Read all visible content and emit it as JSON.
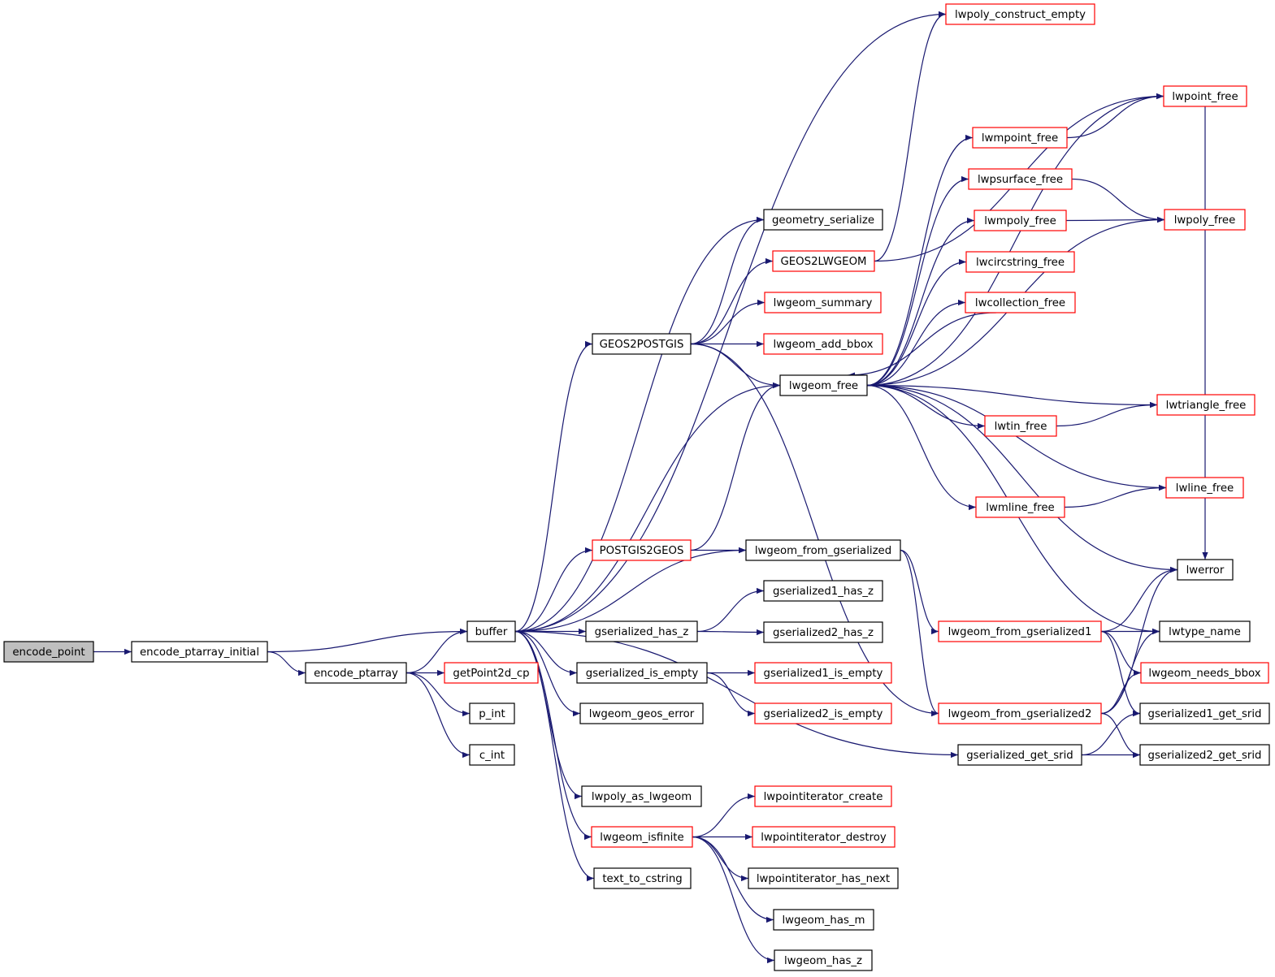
{
  "colors": {
    "edge": "#191970",
    "node_border": "#000000",
    "node_border_external": "#ff0000",
    "root_fill": "#bfbfbf",
    "node_fill": "#ffffff"
  },
  "nodes": [
    {
      "id": "encode_point",
      "label": "encode_point",
      "style": "root"
    },
    {
      "id": "encode_ptarray_initial",
      "label": "encode_ptarray_initial",
      "style": "normal"
    },
    {
      "id": "encode_ptarray",
      "label": "encode_ptarray",
      "style": "normal"
    },
    {
      "id": "buffer",
      "label": "buffer",
      "style": "normal"
    },
    {
      "id": "getPoint2d_cp",
      "label": "getPoint2d_cp",
      "style": "external"
    },
    {
      "id": "p_int",
      "label": "p_int",
      "style": "normal"
    },
    {
      "id": "c_int",
      "label": "c_int",
      "style": "normal"
    },
    {
      "id": "GEOS2POSTGIS",
      "label": "GEOS2POSTGIS",
      "style": "normal"
    },
    {
      "id": "POSTGIS2GEOS",
      "label": "POSTGIS2GEOS",
      "style": "external"
    },
    {
      "id": "gserialized_has_z",
      "label": "gserialized_has_z",
      "style": "normal"
    },
    {
      "id": "gserialized_is_empty",
      "label": "gserialized_is_empty",
      "style": "normal"
    },
    {
      "id": "lwgeom_geos_error",
      "label": "lwgeom_geos_error",
      "style": "normal"
    },
    {
      "id": "lwpoly_as_lwgeom",
      "label": "lwpoly_as_lwgeom",
      "style": "normal"
    },
    {
      "id": "lwgeom_isfinite",
      "label": "lwgeom_isfinite",
      "style": "external"
    },
    {
      "id": "text_to_cstring",
      "label": "text_to_cstring",
      "style": "normal"
    },
    {
      "id": "geometry_serialize",
      "label": "geometry_serialize",
      "style": "normal"
    },
    {
      "id": "GEOS2LWGEOM",
      "label": "GEOS2LWGEOM",
      "style": "external"
    },
    {
      "id": "lwgeom_summary",
      "label": "lwgeom_summary",
      "style": "external"
    },
    {
      "id": "lwgeom_add_bbox",
      "label": "lwgeom_add_bbox",
      "style": "external"
    },
    {
      "id": "lwgeom_free",
      "label": "lwgeom_free",
      "style": "normal"
    },
    {
      "id": "lwgeom_from_gserialized",
      "label": "lwgeom_from_gserialized",
      "style": "normal"
    },
    {
      "id": "gserialized1_has_z",
      "label": "gserialized1_has_z",
      "style": "normal"
    },
    {
      "id": "gserialized2_has_z",
      "label": "gserialized2_has_z",
      "style": "normal"
    },
    {
      "id": "gserialized1_is_empty",
      "label": "gserialized1_is_empty",
      "style": "external"
    },
    {
      "id": "gserialized2_is_empty",
      "label": "gserialized2_is_empty",
      "style": "external"
    },
    {
      "id": "lwpointiterator_create",
      "label": "lwpointiterator_create",
      "style": "external"
    },
    {
      "id": "lwpointiterator_destroy",
      "label": "lwpointiterator_destroy",
      "style": "external"
    },
    {
      "id": "lwpointiterator_has_next",
      "label": "lwpointiterator_has_next",
      "style": "normal"
    },
    {
      "id": "lwgeom_has_m",
      "label": "lwgeom_has_m",
      "style": "normal"
    },
    {
      "id": "lwgeom_has_z",
      "label": "lwgeom_has_z",
      "style": "normal"
    },
    {
      "id": "lwpoly_construct_empty",
      "label": "lwpoly_construct_empty",
      "style": "external"
    },
    {
      "id": "lwmpoint_free",
      "label": "lwmpoint_free",
      "style": "external"
    },
    {
      "id": "lwpsurface_free",
      "label": "lwpsurface_free",
      "style": "external"
    },
    {
      "id": "lwmpoly_free",
      "label": "lwmpoly_free",
      "style": "external"
    },
    {
      "id": "lwcircstring_free",
      "label": "lwcircstring_free",
      "style": "external"
    },
    {
      "id": "lwcollection_free",
      "label": "lwcollection_free",
      "style": "external"
    },
    {
      "id": "lwtin_free",
      "label": "lwtin_free",
      "style": "external"
    },
    {
      "id": "lwmline_free",
      "label": "lwmline_free",
      "style": "external"
    },
    {
      "id": "lwgeom_from_gserialized1",
      "label": "lwgeom_from_gserialized1",
      "style": "external"
    },
    {
      "id": "lwgeom_from_gserialized2",
      "label": "lwgeom_from_gserialized2",
      "style": "external"
    },
    {
      "id": "gserialized_get_srid",
      "label": "gserialized_get_srid",
      "style": "normal"
    },
    {
      "id": "lwpoint_free",
      "label": "lwpoint_free",
      "style": "external"
    },
    {
      "id": "lwpoly_free",
      "label": "lwpoly_free",
      "style": "external"
    },
    {
      "id": "lwtriangle_free",
      "label": "lwtriangle_free",
      "style": "external"
    },
    {
      "id": "lwline_free",
      "label": "lwline_free",
      "style": "external"
    },
    {
      "id": "lwerror",
      "label": "lwerror",
      "style": "normal"
    },
    {
      "id": "lwtype_name",
      "label": "lwtype_name",
      "style": "normal"
    },
    {
      "id": "lwgeom_needs_bbox",
      "label": "lwgeom_needs_bbox",
      "style": "external"
    },
    {
      "id": "gserialized1_get_srid",
      "label": "gserialized1_get_srid",
      "style": "normal"
    },
    {
      "id": "gserialized2_get_srid",
      "label": "gserialized2_get_srid",
      "style": "normal"
    }
  ],
  "edges": [
    [
      "encode_point",
      "encode_ptarray_initial"
    ],
    [
      "encode_ptarray_initial",
      "buffer"
    ],
    [
      "encode_ptarray_initial",
      "encode_ptarray"
    ],
    [
      "encode_ptarray",
      "buffer"
    ],
    [
      "encode_ptarray",
      "getPoint2d_cp"
    ],
    [
      "encode_ptarray",
      "p_int"
    ],
    [
      "encode_ptarray",
      "c_int"
    ],
    [
      "buffer",
      "lwpoly_construct_empty"
    ],
    [
      "buffer",
      "geometry_serialize"
    ],
    [
      "buffer",
      "GEOS2POSTGIS"
    ],
    [
      "buffer",
      "lwgeom_free"
    ],
    [
      "buffer",
      "POSTGIS2GEOS"
    ],
    [
      "buffer",
      "lwgeom_from_gserialized"
    ],
    [
      "buffer",
      "gserialized_has_z"
    ],
    [
      "buffer",
      "gserialized_is_empty"
    ],
    [
      "buffer",
      "lwgeom_geos_error"
    ],
    [
      "buffer",
      "gserialized_get_srid"
    ],
    [
      "buffer",
      "lwpoly_as_lwgeom"
    ],
    [
      "buffer",
      "lwgeom_isfinite"
    ],
    [
      "buffer",
      "text_to_cstring"
    ],
    [
      "GEOS2POSTGIS",
      "geometry_serialize"
    ],
    [
      "GEOS2POSTGIS",
      "GEOS2LWGEOM"
    ],
    [
      "GEOS2POSTGIS",
      "lwgeom_summary"
    ],
    [
      "GEOS2POSTGIS",
      "lwgeom_add_bbox"
    ],
    [
      "GEOS2POSTGIS",
      "lwgeom_free"
    ],
    [
      "GEOS2POSTGIS",
      "lwgeom_from_gserialized2"
    ],
    [
      "GEOS2LWGEOM",
      "lwpoly_construct_empty"
    ],
    [
      "GEOS2LWGEOM",
      "lwpoint_free"
    ],
    [
      "POSTGIS2GEOS",
      "lwgeom_from_gserialized"
    ],
    [
      "POSTGIS2GEOS",
      "lwgeom_free"
    ],
    [
      "gserialized_has_z",
      "gserialized1_has_z"
    ],
    [
      "gserialized_has_z",
      "gserialized2_has_z"
    ],
    [
      "gserialized_is_empty",
      "gserialized1_is_empty"
    ],
    [
      "gserialized_is_empty",
      "gserialized2_is_empty"
    ],
    [
      "lwgeom_isfinite",
      "lwpointiterator_create"
    ],
    [
      "lwgeom_isfinite",
      "lwpointiterator_destroy"
    ],
    [
      "lwgeom_isfinite",
      "lwpointiterator_has_next"
    ],
    [
      "lwgeom_isfinite",
      "lwgeom_has_m"
    ],
    [
      "lwgeom_isfinite",
      "lwgeom_has_z"
    ],
    [
      "lwgeom_free",
      "lwmpoint_free"
    ],
    [
      "lwgeom_free",
      "lwpsurface_free"
    ],
    [
      "lwgeom_free",
      "lwmpoly_free"
    ],
    [
      "lwgeom_free",
      "lwcircstring_free"
    ],
    [
      "lwgeom_free",
      "lwcollection_free"
    ],
    [
      "lwgeom_free",
      "lwpoint_free"
    ],
    [
      "lwgeom_free",
      "lwpoly_free"
    ],
    [
      "lwgeom_free",
      "lwtriangle_free"
    ],
    [
      "lwgeom_free",
      "lwtin_free"
    ],
    [
      "lwgeom_free",
      "lwline_free"
    ],
    [
      "lwgeom_free",
      "lwmline_free"
    ],
    [
      "lwgeom_free",
      "lwerror"
    ],
    [
      "lwgeom_free",
      "lwtype_name"
    ],
    [
      "lwcollection_free",
      "lwgeom_free"
    ],
    [
      "lwmpoint_free",
      "lwpoint_free"
    ],
    [
      "lwpsurface_free",
      "lwpoly_free"
    ],
    [
      "lwmpoly_free",
      "lwpoly_free"
    ],
    [
      "lwtin_free",
      "lwtriangle_free"
    ],
    [
      "lwmline_free",
      "lwline_free"
    ],
    [
      "lwgeom_from_gserialized",
      "lwgeom_from_gserialized1"
    ],
    [
      "lwgeom_from_gserialized",
      "lwgeom_from_gserialized2"
    ],
    [
      "lwgeom_from_gserialized1",
      "lwerror"
    ],
    [
      "lwgeom_from_gserialized1",
      "lwtype_name"
    ],
    [
      "lwgeom_from_gserialized1",
      "lwgeom_needs_bbox"
    ],
    [
      "lwgeom_from_gserialized1",
      "gserialized1_get_srid"
    ],
    [
      "lwgeom_from_gserialized2",
      "lwerror"
    ],
    [
      "lwgeom_from_gserialized2",
      "lwtype_name"
    ],
    [
      "lwgeom_from_gserialized2",
      "lwgeom_needs_bbox"
    ],
    [
      "lwgeom_from_gserialized2",
      "gserialized2_get_srid"
    ],
    [
      "gserialized_get_srid",
      "gserialized1_get_srid"
    ],
    [
      "gserialized_get_srid",
      "gserialized2_get_srid"
    ],
    [
      "lwpoint_free",
      "lwerror"
    ]
  ]
}
